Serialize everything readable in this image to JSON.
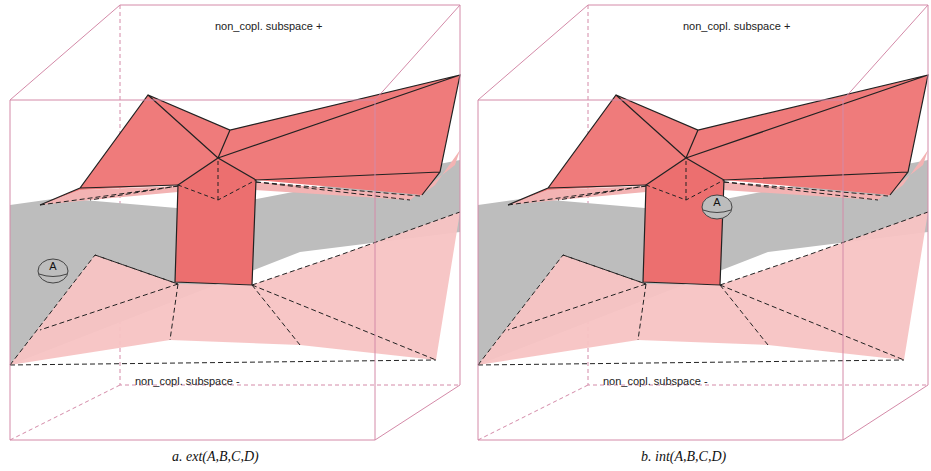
{
  "diagram": {
    "nodes": [
      {
        "text": [
          "A"
        ]
      },
      {
        "text": [
          "A"
        ]
      }
    ],
    "labels": [
      "non_copl. subspace +",
      "non_copl. subspace -",
      "a. ext(A,B,C,D)",
      "non_copl. subspace +",
      "non_copl. subspace -",
      "b. int(A,B,C,D)"
    ]
  }
}
